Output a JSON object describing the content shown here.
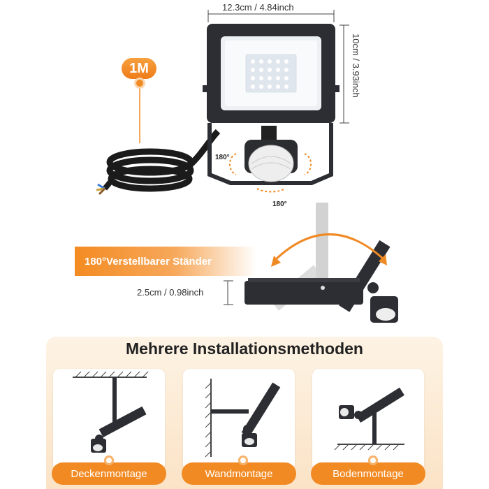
{
  "dimensions": {
    "width_label": "12.3cm / 4.84inch",
    "height_label": "10cm / 3.93inch",
    "depth_label": "2.5cm / 0.98inch"
  },
  "cable": {
    "length_label": "1M"
  },
  "sensor": {
    "rotation_horizontal": "180°",
    "rotation_vertical": "180°"
  },
  "stand": {
    "label": "180°Verstellbarer Ständer"
  },
  "installation": {
    "title": "Mehrere Installationsmethoden",
    "methods": [
      {
        "label": "Deckenmontage"
      },
      {
        "label": "Wandmontage"
      },
      {
        "label": "Bodenmontage"
      }
    ]
  },
  "colors": {
    "accent": "#f28a24",
    "panel_bg": "#fbe8d0",
    "housing": "#2c2e33"
  }
}
